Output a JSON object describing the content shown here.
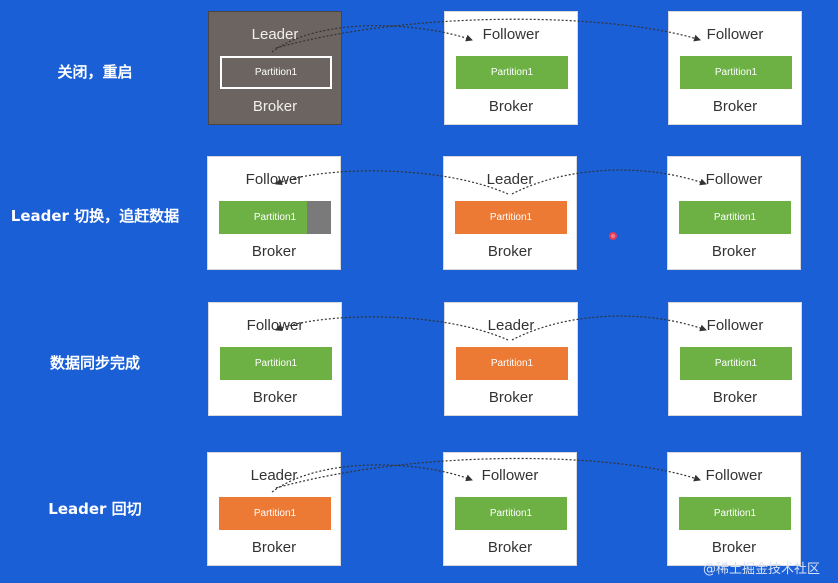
{
  "rows": [
    {
      "label": "关闭，重启",
      "brokers": [
        {
          "role": "Leader",
          "partition": "Partition1",
          "style": "hollow",
          "down": true,
          "name": "Broker"
        },
        {
          "role": "Follower",
          "partition": "Partition1",
          "style": "green",
          "name": "Broker"
        },
        {
          "role": "Follower",
          "partition": "Partition1",
          "style": "green",
          "name": "Broker"
        }
      ]
    },
    {
      "label": "Leader 切换，追赶数据",
      "brokers": [
        {
          "role": "Follower",
          "partition": "Partition1",
          "style": "catchup",
          "synced_fraction": 0.79,
          "name": "Broker"
        },
        {
          "role": "Leader",
          "partition": "Partition1",
          "style": "orange",
          "name": "Broker"
        },
        {
          "role": "Follower",
          "partition": "Partition1",
          "style": "green",
          "name": "Broker"
        }
      ]
    },
    {
      "label": "数据同步完成",
      "brokers": [
        {
          "role": "Follower",
          "partition": "Partition1",
          "style": "green",
          "name": "Broker"
        },
        {
          "role": "Leader",
          "partition": "Partition1",
          "style": "orange",
          "name": "Broker"
        },
        {
          "role": "Follower",
          "partition": "Partition1",
          "style": "green",
          "name": "Broker"
        }
      ]
    },
    {
      "label": "Leader 回切",
      "brokers": [
        {
          "role": "Leader",
          "partition": "Partition1",
          "style": "orange",
          "name": "Broker"
        },
        {
          "role": "Follower",
          "partition": "Partition1",
          "style": "green",
          "name": "Broker"
        },
        {
          "role": "Follower",
          "partition": "Partition1",
          "style": "green",
          "name": "Broker"
        }
      ]
    }
  ],
  "watermark": "@稀土掘金技术社区",
  "colors": {
    "background": "#1a5fd6",
    "follower_partition": "#6db145",
    "leader_partition": "#ec7a35",
    "down_broker": "#6b6460",
    "lagging_segment": "#7a7a7a"
  }
}
